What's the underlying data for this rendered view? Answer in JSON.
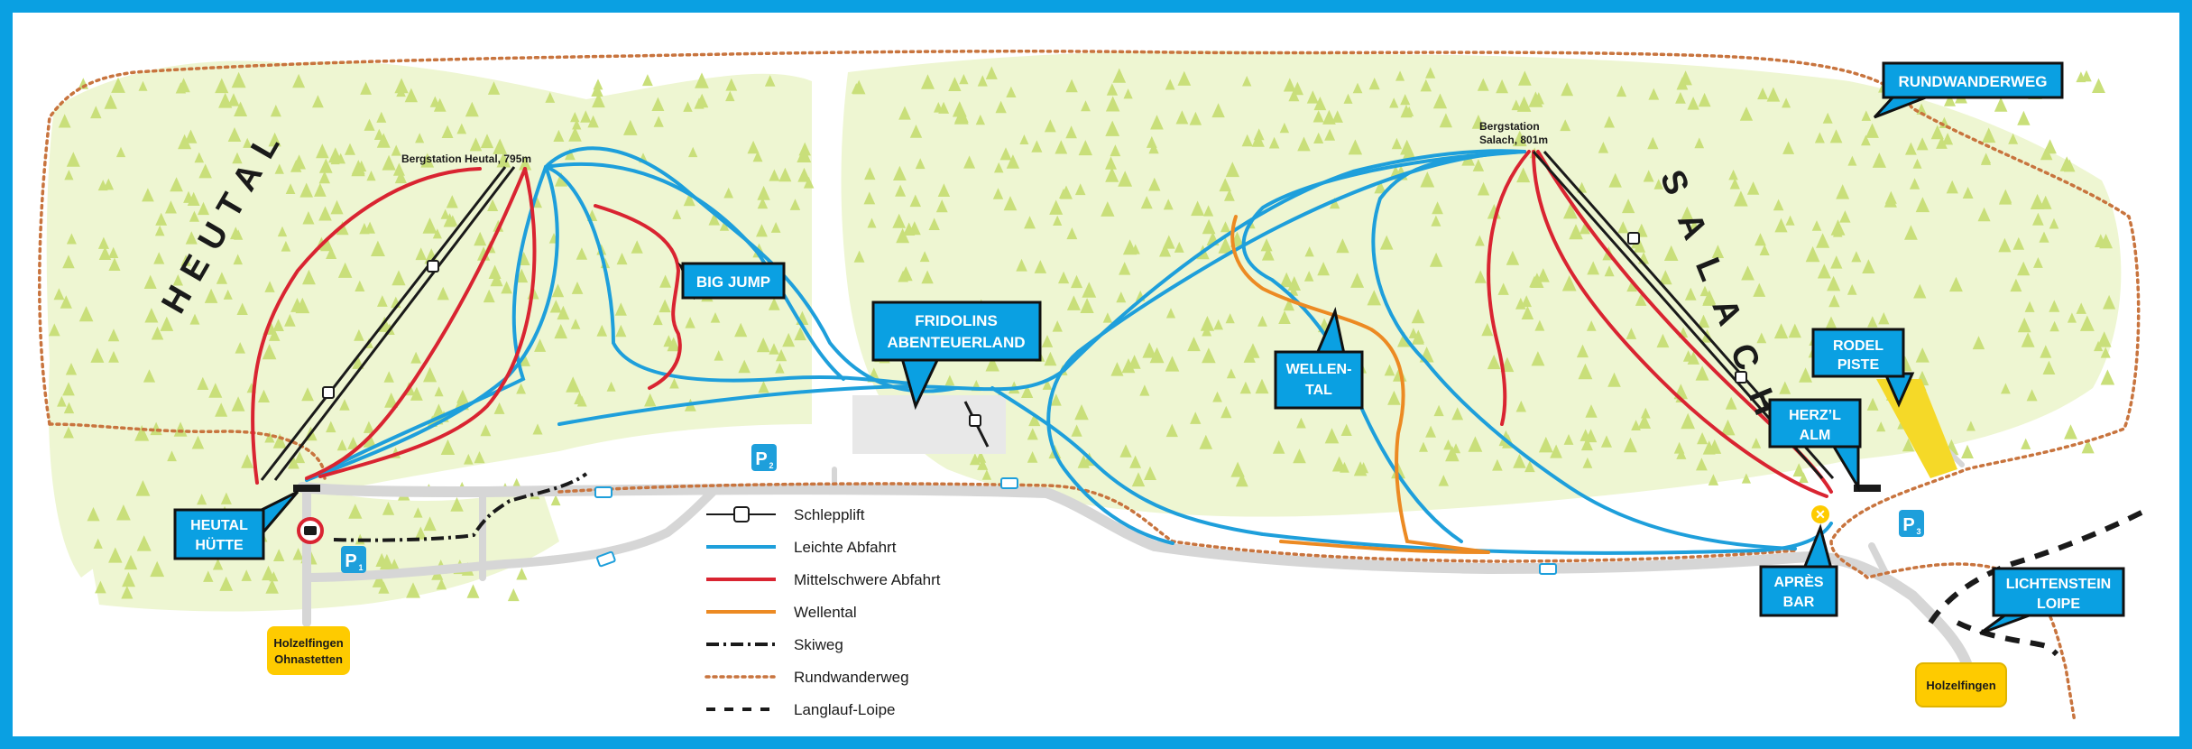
{
  "colors": {
    "frame": "#0aa0e2",
    "forest_bg": "#eef6d2",
    "tree": "#c9df7a",
    "blue_run": "#1e9fdb",
    "red_run": "#d92431",
    "orange_run": "#ec8a23",
    "trail": "#c8743e",
    "road": "#d6d6d6",
    "lift": "#1a1a1a",
    "callout_fill": "#0aa0e2",
    "callout_border": "#111111",
    "sign_yellow": "#fecb00",
    "rodel": "#f5d928",
    "parking": "#1e9fdb"
  },
  "map": {
    "regions": {
      "heutal": "HEUTAL",
      "salach": "SALACH"
    },
    "stations": {
      "heutal": "Bergstation Heutal, 795m",
      "salach_line1": "Bergstation",
      "salach_line2": "Salach, 801m"
    },
    "callouts": {
      "big_jump": "BIG JUMP",
      "fridolins_1": "FRIDOLINS",
      "fridolins_2": "ABENTEUERLAND",
      "wellental_1": "WELLEN-",
      "wellental_2": "TAL",
      "rundwanderweg": "RUNDWANDERWEG",
      "rodel_1": "RODEL",
      "rodel_2": "PISTE",
      "herzl_1": "HERZ’L",
      "herzl_2": "ALM",
      "heutal_huette_1": "HEUTAL",
      "heutal_huette_2": "HÜTTE",
      "apres_1": "APRÈS",
      "apres_2": "BAR",
      "lichtenstein_1": "LICHTENSTEIN",
      "lichtenstein_2": "LOIPE"
    },
    "signs": {
      "holzelfingen_ohnastetten_1": "Holzelfingen",
      "holzelfingen_ohnastetten_2": "Ohnastetten",
      "holzelfingen": "Holzelfingen"
    },
    "parking": {
      "p1": "P",
      "p1_sub": "1",
      "p2": "P",
      "p2_sub": "2",
      "p3": "P",
      "p3_sub": "3"
    }
  },
  "legend": [
    {
      "key": "schlepplift",
      "label": "Schlepplift"
    },
    {
      "key": "leichte",
      "label": "Leichte Abfahrt"
    },
    {
      "key": "mittelschwere",
      "label": "Mittelschwere Abfahrt"
    },
    {
      "key": "wellental",
      "label": "Wellental"
    },
    {
      "key": "skiweg",
      "label": "Skiweg"
    },
    {
      "key": "rundwanderweg",
      "label": "Rundwanderweg"
    },
    {
      "key": "langlauf",
      "label": "Langlauf-Loipe"
    }
  ]
}
